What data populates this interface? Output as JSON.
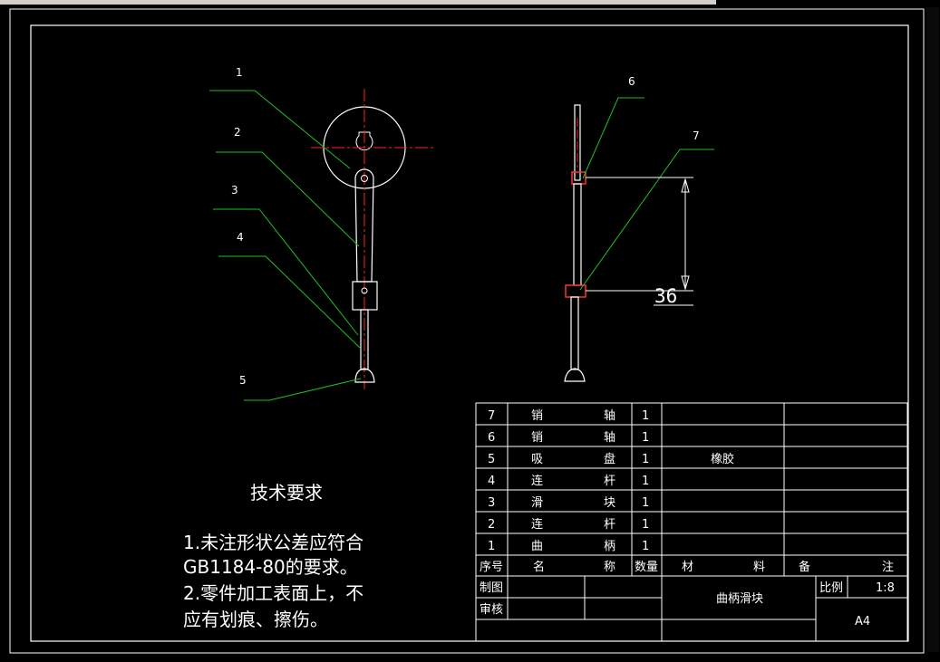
{
  "colors": {
    "background": "#000000",
    "line": "#ffffff",
    "center_line": "#ff2020",
    "leader": "#20c020",
    "highlight": "#ff3030"
  },
  "balloons": [
    {
      "label": "1"
    },
    {
      "label": "2"
    },
    {
      "label": "3"
    },
    {
      "label": "4"
    },
    {
      "label": "5"
    },
    {
      "label": "6"
    },
    {
      "label": "7"
    }
  ],
  "dimension": {
    "value": "36"
  },
  "technical_requirements": {
    "title": "技术要求",
    "lines": [
      "1.未注形状公差应符合",
      "GB1184-80的要求。",
      "2.零件加工表面上，不",
      "应有划痕、擦伤。"
    ]
  },
  "bom": {
    "rows": [
      {
        "no": "7",
        "name": [
          "销",
          "轴"
        ],
        "qty": "1",
        "material": "",
        "note": ""
      },
      {
        "no": "6",
        "name": [
          "销",
          "轴"
        ],
        "qty": "1",
        "material": "",
        "note": ""
      },
      {
        "no": "5",
        "name": [
          "吸",
          "盘"
        ],
        "qty": "1",
        "material": "橡胶",
        "note": ""
      },
      {
        "no": "4",
        "name": [
          "连",
          "杆"
        ],
        "qty": "1",
        "material": "",
        "note": ""
      },
      {
        "no": "3",
        "name": [
          "滑",
          "块"
        ],
        "qty": "1",
        "material": "",
        "note": ""
      },
      {
        "no": "2",
        "name": [
          "连",
          "杆"
        ],
        "qty": "1",
        "material": "",
        "note": ""
      },
      {
        "no": "1",
        "name": [
          "曲",
          "柄"
        ],
        "qty": "1",
        "material": "",
        "note": ""
      }
    ],
    "header": {
      "no": "序号",
      "name": [
        "名",
        "称"
      ],
      "qty": "数量",
      "material": [
        "材",
        "料"
      ],
      "note": [
        "备",
        "注"
      ]
    }
  },
  "title_block": {
    "drawn_label": "制图",
    "checked_label": "审核",
    "drawing_title": "曲柄滑块",
    "scale_label": "比例",
    "scale_value": "1:8",
    "sheet_size": "A4"
  }
}
